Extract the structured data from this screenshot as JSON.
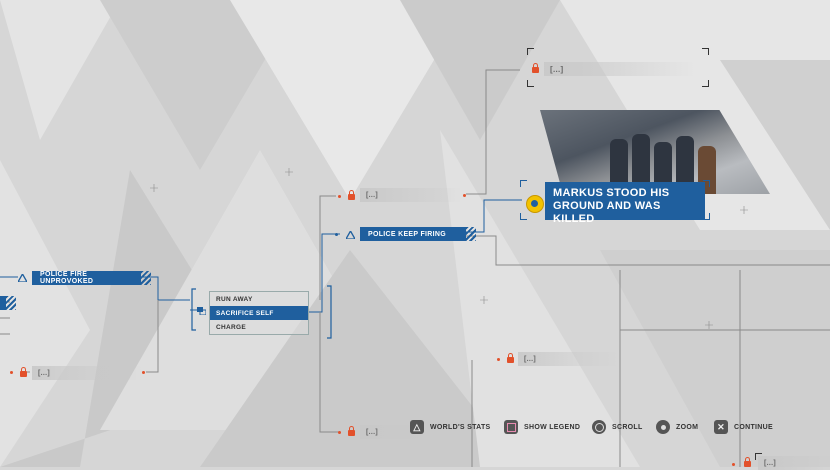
{
  "nodes": {
    "police_fire_unprovoked": "Police Fire Unprovoked",
    "locked_left": "[...]",
    "locked_top": "[...]",
    "police_keep_firing": "POLICE KEEP FIRING",
    "locked_upper": "[...]",
    "locked_mid": "[...]",
    "locked_bottom": "[...]",
    "locked_far": "[...]"
  },
  "choices": [
    "RUN AWAY",
    "SACRIFICE SELF",
    "CHARGE"
  ],
  "selected_choice": "SACRIFICE SELF",
  "outcome": {
    "title": "MARKUS STOOD HIS GROUND AND WAS KILLED",
    "icon": "markus-portrait-icon"
  },
  "footer": [
    {
      "label": "WORLD'S STATS",
      "icon": "triangle-button-icon"
    },
    {
      "label": "SHOW LEGEND",
      "icon": "square-button-icon"
    },
    {
      "label": "SCROLL",
      "icon": "left-stick-icon"
    },
    {
      "label": "ZOOM",
      "icon": "right-stick-icon"
    },
    {
      "label": "CONTINUE",
      "icon": "cross-button-icon"
    }
  ],
  "colors": {
    "accent_blue": "#1f5f9e",
    "lock_orange": "#e2512b",
    "background": "#d6d6d6",
    "outcome_icon": "#f2c200"
  }
}
